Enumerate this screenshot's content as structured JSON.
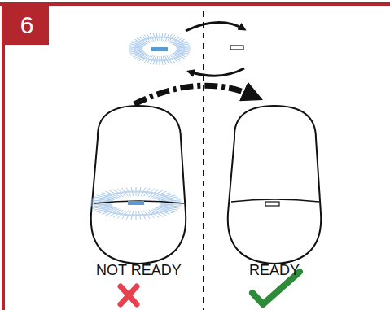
{
  "diagram": {
    "nodes": [
      {
        "text": [
          "6"
        ]
      }
    ],
    "labels": [
      "NOT READY",
      "READY"
    ]
  }
}
